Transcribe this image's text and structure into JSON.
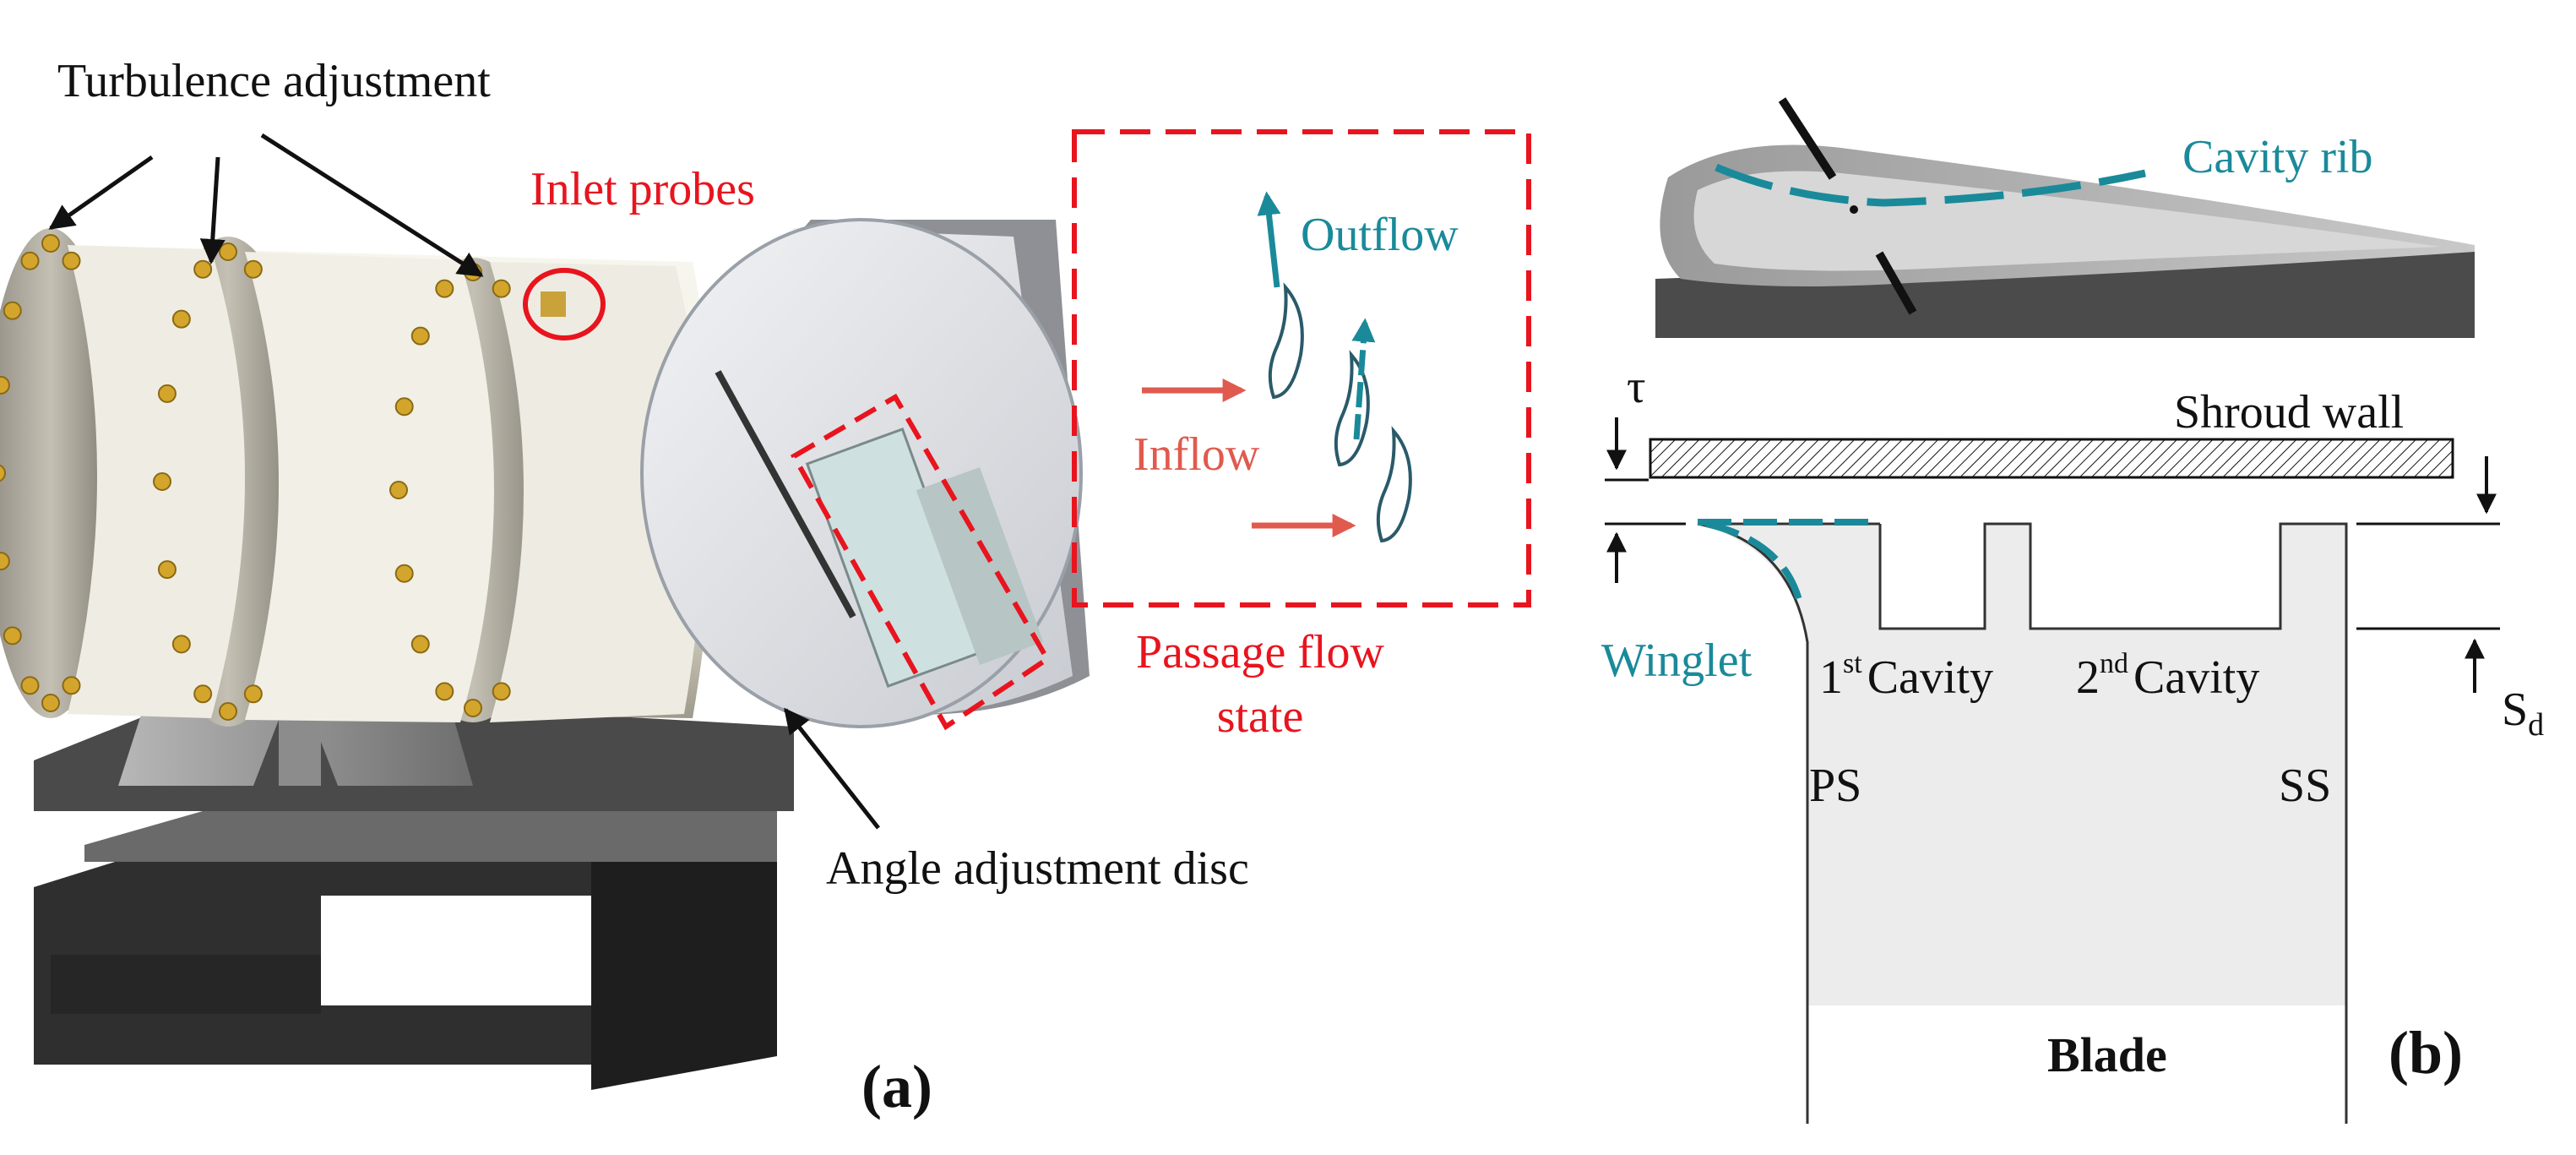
{
  "panel_a": {
    "turbulence_label": "Turbulence adjustment",
    "inlet_probes_label": "Inlet probes",
    "angle_disc_label": "Angle adjustment disc",
    "outflow_label": "Outflow",
    "inflow_label": "Inflow",
    "passage_label_line1": "Passage flow",
    "passage_label_line2": "state",
    "panel_tag": "(a)"
  },
  "panel_b": {
    "cavity_rib_label": "Cavity rib",
    "tau_label": "τ",
    "shroud_wall_label": "Shroud wall",
    "winglet_label": "Winglet",
    "cavity1_num": "1",
    "cavity1_sup": "st",
    "cavity1_word": "Cavity",
    "cavity2_num": "2",
    "cavity2_sup": "nd",
    "cavity2_word": "Cavity",
    "ps_label": "PS",
    "ss_label": "SS",
    "sd_label": "S",
    "sd_sub": "d",
    "blade_label": "Blade",
    "panel_tag": "(b)"
  },
  "colors": {
    "red": "#e8141e",
    "teal": "#1a8a9a",
    "salmon": "#e05a4e",
    "black": "#111111",
    "blade_fill": "#ececec"
  }
}
